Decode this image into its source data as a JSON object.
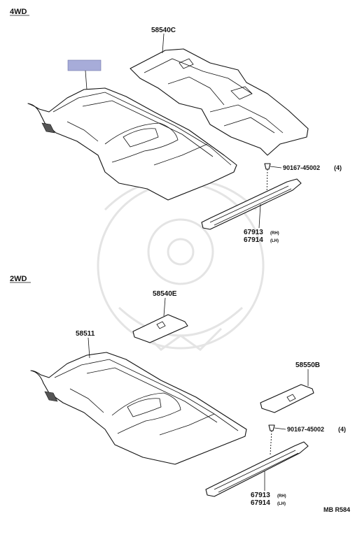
{
  "sections": {
    "top": "4WD",
    "bottom": "2WD"
  },
  "top_parts": {
    "cover": "58540C",
    "clip": "90167-45002",
    "clip_qty": "(4)",
    "scuff_rh": "67913",
    "scuff_rh_side": "(RH)",
    "scuff_lh": "67914",
    "scuff_lh_side": "(LH)"
  },
  "bottom_parts": {
    "pad_front": "58540E",
    "carpet": "58511",
    "pad_rear": "58550B",
    "clip": "90167-45002",
    "clip_qty": "(4)",
    "scuff_rh": "67913",
    "scuff_rh_side": "(RH)",
    "scuff_lh": "67914",
    "scuff_lh_side": "(LH)"
  },
  "reference_code": "MB R584",
  "colors": {
    "highlight_box": "#a7acd9",
    "line": "#111111"
  }
}
